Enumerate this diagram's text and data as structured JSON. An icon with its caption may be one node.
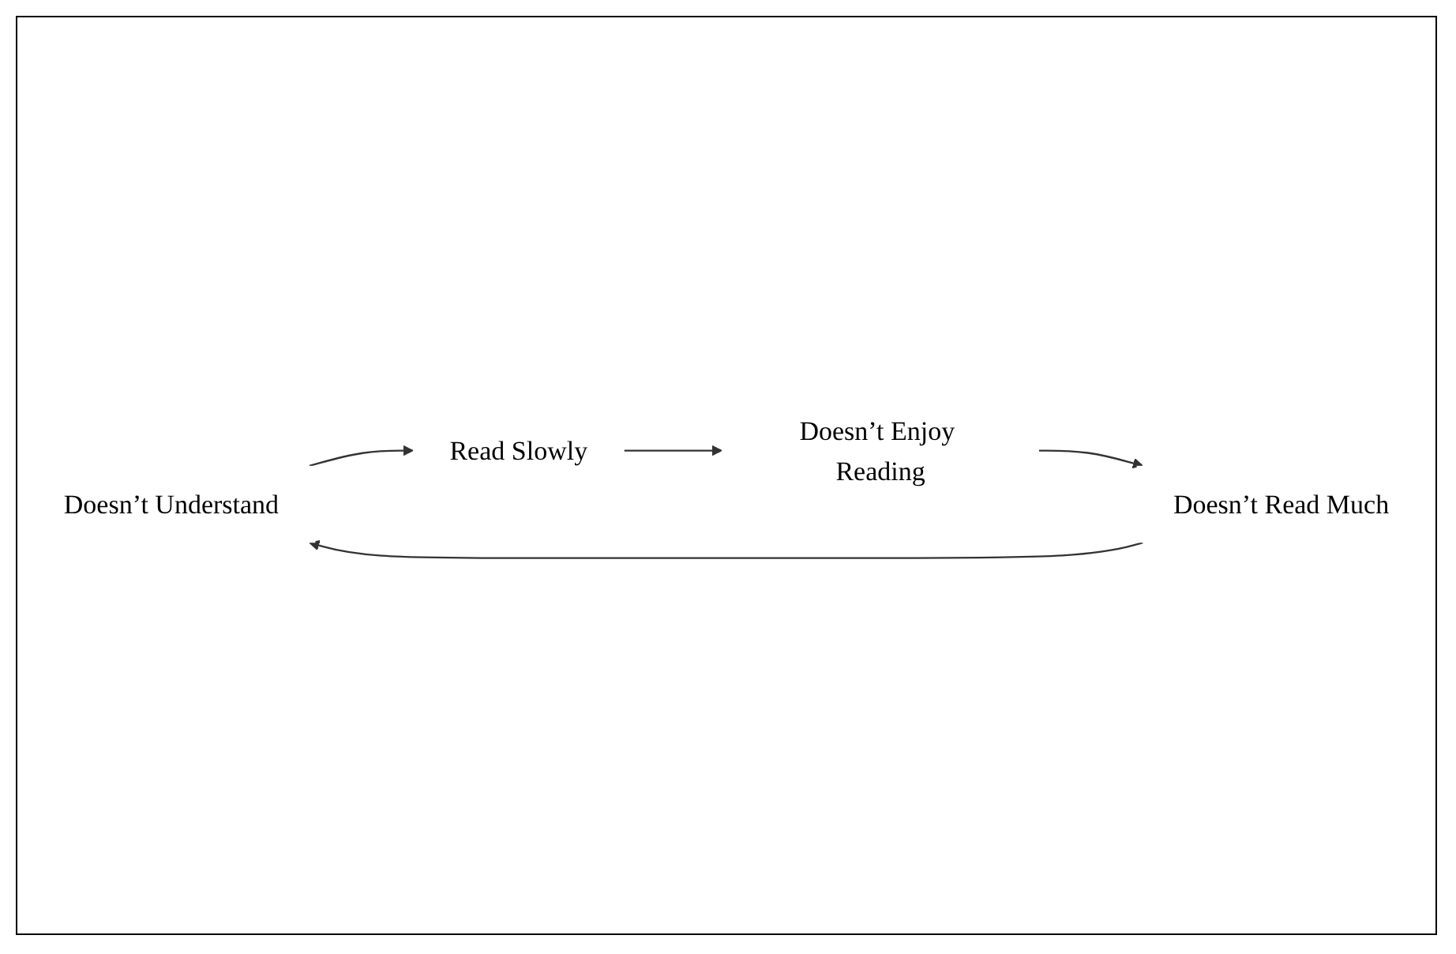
{
  "diagram": {
    "nodes": [
      {
        "text": [
          "Doesn’t Understand"
        ]
      },
      {
        "text": [
          "Read Slowly"
        ]
      },
      {
        "text": [
          "Doesn’t Enjoy Reading"
        ]
      },
      {
        "text": [
          "Doesn’t Read Much"
        ]
      }
    ],
    "edges": [
      {
        "from": 0,
        "to": 1,
        "arrow": "to"
      },
      {
        "from": 1,
        "to": 2,
        "arrow": "to"
      },
      {
        "from": 2,
        "to": 3,
        "arrow": "to"
      },
      {
        "from": 3,
        "to": 0,
        "arrow": "to"
      }
    ]
  }
}
